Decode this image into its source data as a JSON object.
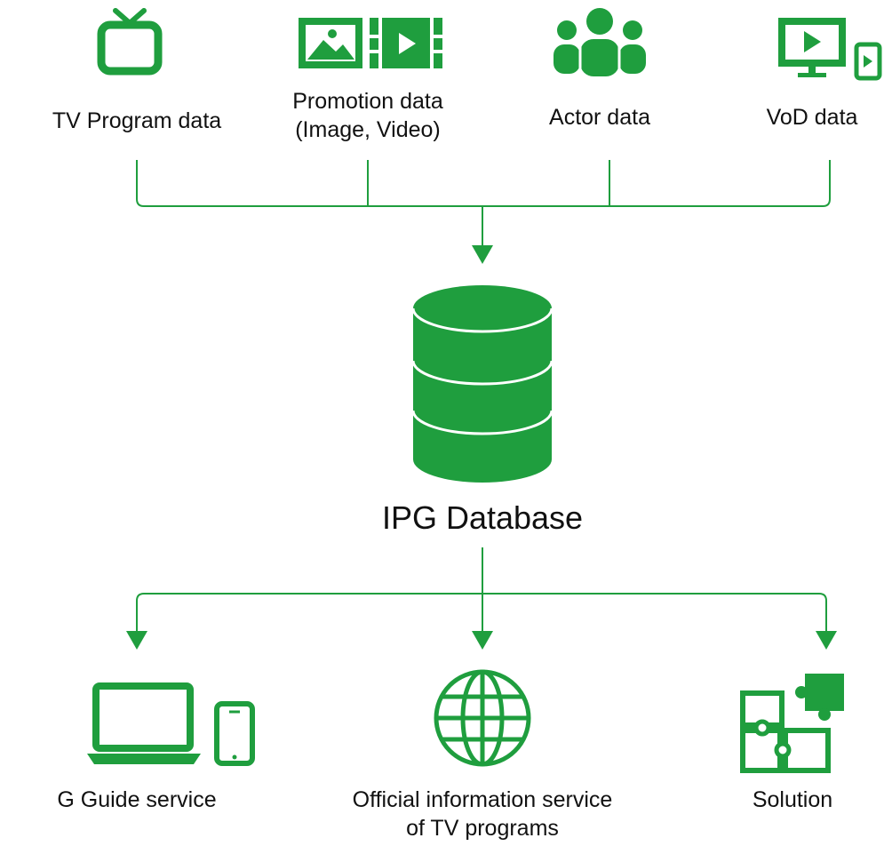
{
  "colors": {
    "accent": "#1f9e3e"
  },
  "sources": [
    {
      "icon": "tv-icon",
      "label": "TV Program data"
    },
    {
      "icon": "image-video-icon",
      "label_line1": "Promotion data",
      "label_line2": "(Image, Video)"
    },
    {
      "icon": "people-icon",
      "label": "Actor data"
    },
    {
      "icon": "vod-screen-icon",
      "label": "VoD data"
    }
  ],
  "database": {
    "icon": "database-icon",
    "label": "IPG Database"
  },
  "outputs": [
    {
      "icon": "laptop-phone-icon",
      "label": "G Guide service"
    },
    {
      "icon": "globe-icon",
      "label_line1": "Official information service",
      "label_line2": "of TV programs"
    },
    {
      "icon": "puzzle-icon",
      "label": "Solution"
    }
  ]
}
